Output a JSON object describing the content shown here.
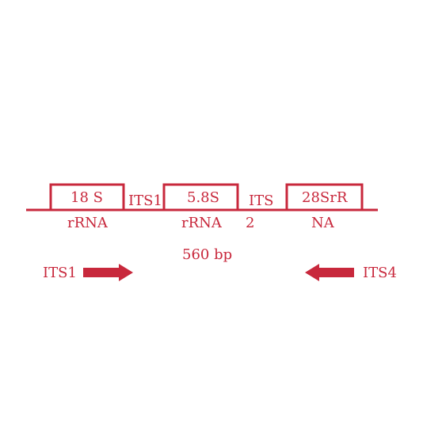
{
  "diagram": {
    "color": "#c8283c",
    "regions": {
      "s18": {
        "box_label": "18 S",
        "sub_label": "rRNA"
      },
      "its1": {
        "label": "ITS1"
      },
      "s58": {
        "box_label": "5.8S",
        "sub_label": "rRNA"
      },
      "its2": {
        "label_top": "ITS",
        "label_bottom": "2"
      },
      "s28": {
        "box_label": "28SrR",
        "sub_label": "NA"
      }
    },
    "size_label": "560 bp",
    "primers": {
      "forward": {
        "label": "ITS1",
        "direction": "right"
      },
      "reverse": {
        "label": "ITS4",
        "direction": "left"
      }
    }
  }
}
